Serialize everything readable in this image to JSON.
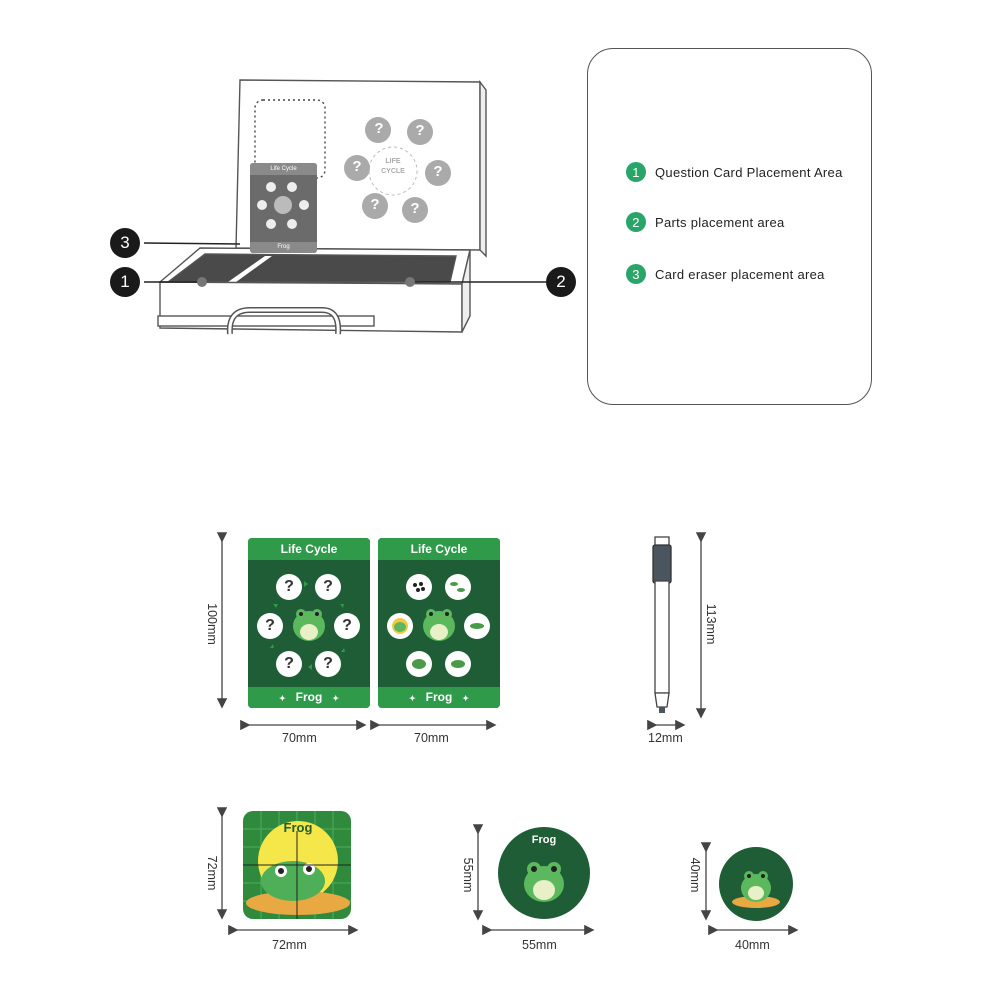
{
  "legend": {
    "items": [
      {
        "num": "1",
        "label": "Question Card Placement Area"
      },
      {
        "num": "2",
        "label": "Parts placement area"
      },
      {
        "num": "3",
        "label": "Card eraser placement area"
      }
    ]
  },
  "callouts": {
    "one": "1",
    "two": "2",
    "three": "3"
  },
  "case_card": {
    "title": "Life Cycle",
    "name": "Frog"
  },
  "life_cycle_ring": {
    "line1": "LIFE",
    "line2": "CYCLE"
  },
  "question_mark": "?",
  "cards": [
    {
      "title": "Life Cycle",
      "name": "Frog"
    },
    {
      "title": "Life Cycle",
      "name": "Frog"
    }
  ],
  "card_star": "✦",
  "dimensions": {
    "card1_width": "70mm",
    "card2_width": "70mm",
    "card_height": "100mm",
    "marker_height": "113mm",
    "marker_width": "12mm",
    "square_height": "72mm",
    "square_width": "72mm",
    "round_large_height": "55mm",
    "round_large_width": "55mm",
    "round_small_height": "40mm",
    "round_small_width": "40mm"
  },
  "square_piece": {
    "title": "Frog"
  },
  "round_large": {
    "title": "Frog"
  },
  "colors": {
    "dark_green": "#1e5d35",
    "bright_green": "#2f9a4a",
    "legend_green": "#2aa56a"
  }
}
